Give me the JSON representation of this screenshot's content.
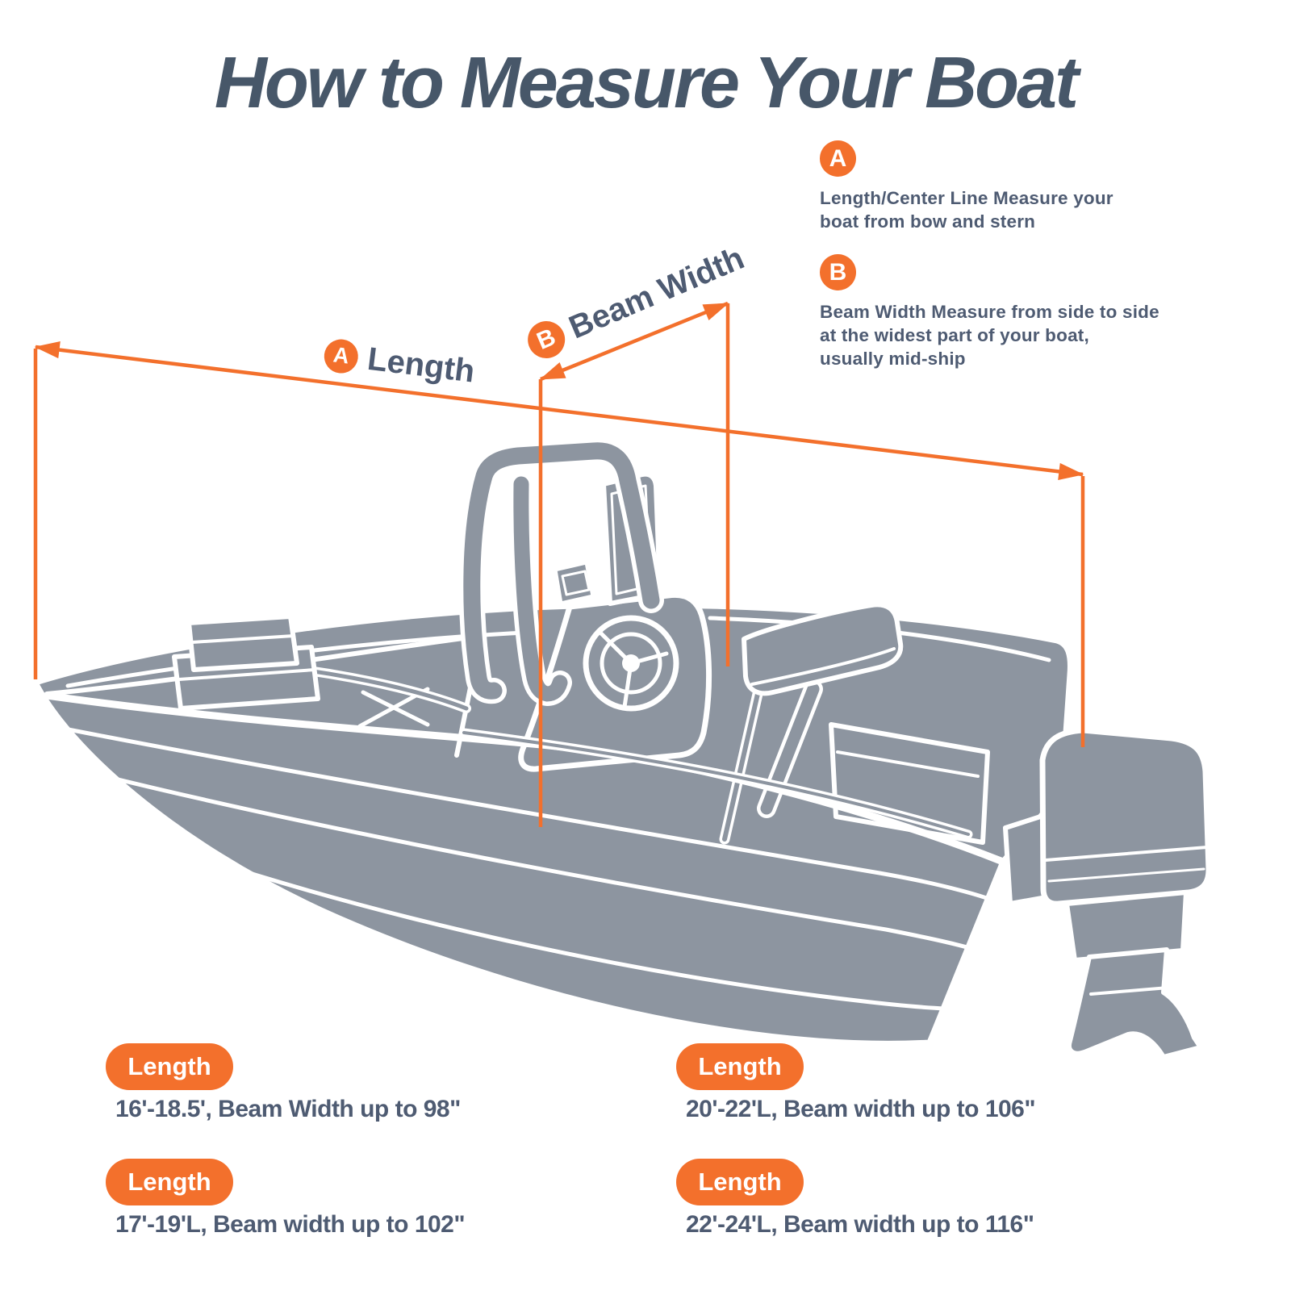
{
  "title": "How to Measure Your Boat",
  "legend": {
    "items": [
      {
        "letter": "A",
        "lines": [
          "Length/Center Line Measure your",
          "boat from bow and stern"
        ]
      },
      {
        "letter": "B",
        "lines": [
          "Beam Width Measure from side to side",
          "at the widest part of your boat,",
          "usually mid-ship"
        ]
      }
    ]
  },
  "diagram": {
    "length_label": {
      "letter": "A",
      "text": "Length"
    },
    "beam_label": {
      "letter": "B",
      "text": "Beam Width"
    }
  },
  "options": [
    {
      "badge": "Length",
      "text": "16'-18.5', Beam Width up to 98\""
    },
    {
      "badge": "Length",
      "text": "20'-22'L, Beam width up to 106\""
    },
    {
      "badge": "Length",
      "text": "17'-19'L, Beam width up to 102\""
    },
    {
      "badge": "Length",
      "text": "22'-24'L, Beam width up to 116\""
    }
  ],
  "colors": {
    "accent": "#F3702C",
    "text": "#4E5B72",
    "title": "#475769",
    "boat": "#8D95A0",
    "outline": "#FFFFFF"
  }
}
